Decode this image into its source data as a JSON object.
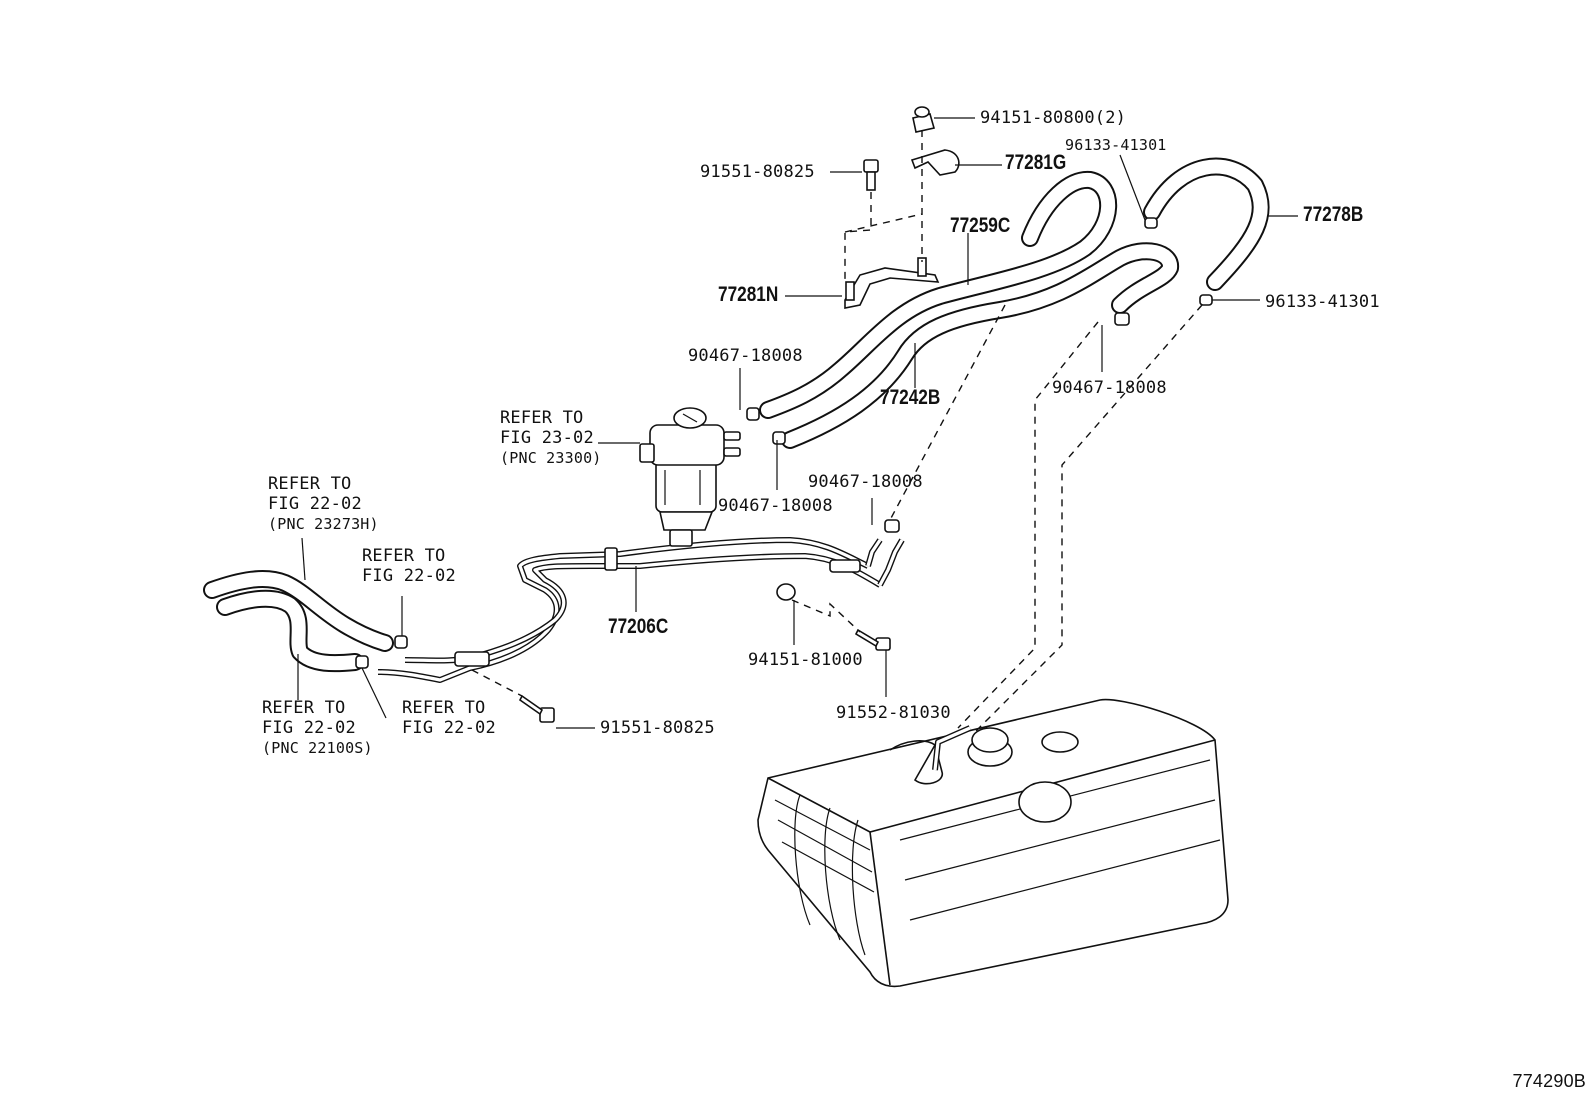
{
  "labels": {
    "p94151_80800": "94151-80800(2)",
    "p96133_41301_top": "96133-41301",
    "p91551_80825_top": "91551-80825",
    "p77281G": "77281G",
    "p77259C": "77259C",
    "p77278B": "77278B",
    "p77281N": "77281N",
    "p96133_41301_right": "96133-41301",
    "p90467_18008_a": "90467-18008",
    "p77242B": "77242B",
    "p90467_18008_b": "90467-18008",
    "p90467_18008_c": "90467-18008",
    "p90467_18008_d": "90467-18008",
    "p77206C": "77206C",
    "p94151_81000": "94151-81000",
    "p91552_81030": "91552-81030",
    "p91551_80825_bottom": "91551-80825"
  },
  "refs": {
    "fig23_line1": "REFER TO",
    "fig23_line2": "FIG 23-02",
    "fig23_line3": "(PNC 23300)",
    "fig22a_line1": "REFER TO",
    "fig22a_line2": "FIG 22-02",
    "fig22a_line3": "(PNC 23273H)",
    "fig22b_line1": "REFER TO",
    "fig22b_line2": "FIG 22-02",
    "fig22c_line1": "REFER TO",
    "fig22c_line2": "FIG 22-02",
    "fig22c_line3": "(PNC 22100S)",
    "fig22d_line1": "REFER TO",
    "fig22d_line2": "FIG 22-02"
  },
  "figure_id": "774290B",
  "icons": [
    "nut",
    "bolt",
    "clamp",
    "bracket",
    "fuel-filter",
    "fuel-tank",
    "hose",
    "fuel-pipe"
  ]
}
